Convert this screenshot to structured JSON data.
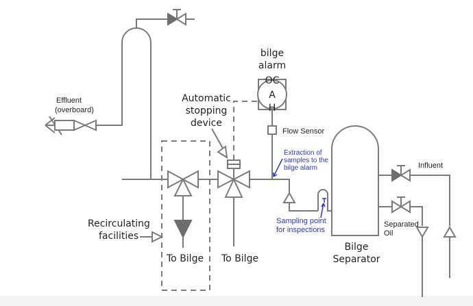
{
  "diagram": {
    "title": "Bilge separator system schematic",
    "labels": {
      "effluent": [
        "Effluent",
        "(overboard)"
      ],
      "bilge_alarm": [
        "bilge",
        "alarm"
      ],
      "alarm_letters": [
        "OC",
        "A",
        "H"
      ],
      "automatic_stopping_device": [
        "Automatic",
        "stopping",
        "device"
      ],
      "flow_sensor": "Flow Sensor",
      "extraction": [
        "Extraction of",
        "samples to the",
        "bilge alarm"
      ],
      "sampling_point": [
        "Sampling point",
        "for inspections"
      ],
      "recirculating": [
        "Recirculating",
        "facilities"
      ],
      "to_bilge_1": "To Bilge",
      "to_bilge_2": "To Bilge",
      "bilge_separator": [
        "Bilge",
        "Separator"
      ],
      "influent": "Influent",
      "separated_oil": [
        "Separated",
        "Oil"
      ]
    },
    "colors": {
      "line": "#7a7a7a",
      "annotation": "#2a35c8",
      "text": "#222222"
    }
  }
}
